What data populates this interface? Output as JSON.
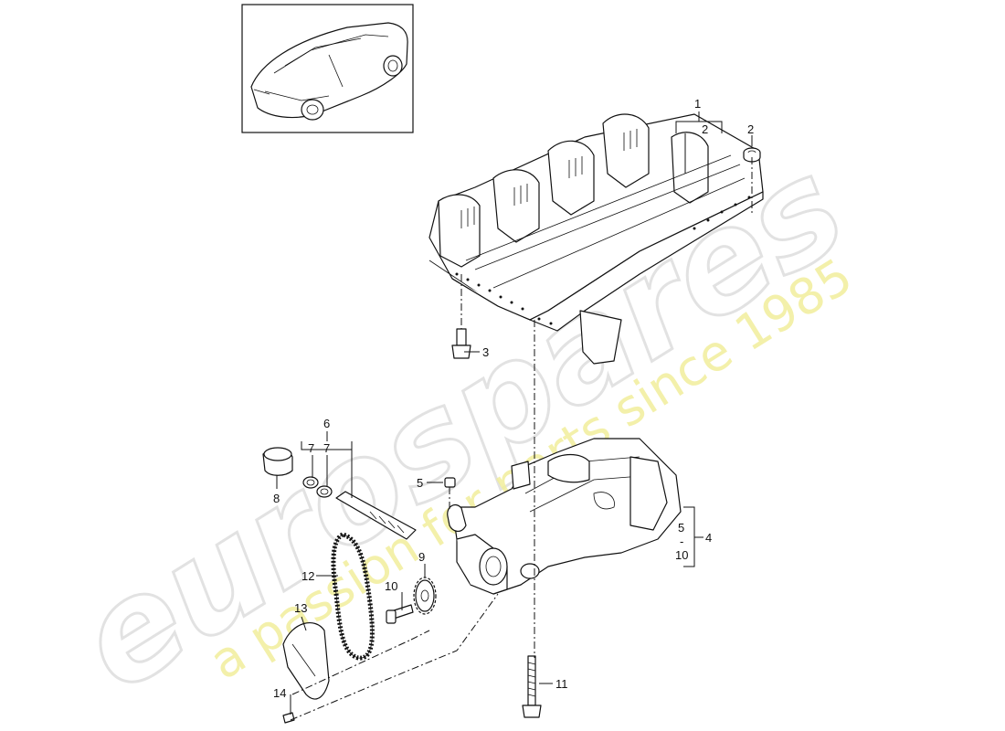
{
  "watermark": {
    "brand": "eurospares",
    "tagline": "a passion for parts since 1985"
  },
  "thumbnail": {
    "icon": "car-thumbnail-icon"
  },
  "callouts": {
    "c1": "1",
    "c2a": "2",
    "c2b": "2",
    "c3": "3",
    "c4": "4",
    "c5a": "5",
    "c5b": "5",
    "c5dash": "-",
    "c10a": "10",
    "c6": "6",
    "c7a": "7",
    "c7b": "7",
    "c8": "8",
    "c9": "9",
    "c10b": "10",
    "c11": "11",
    "c12": "12",
    "c13": "13",
    "c14": "14"
  }
}
